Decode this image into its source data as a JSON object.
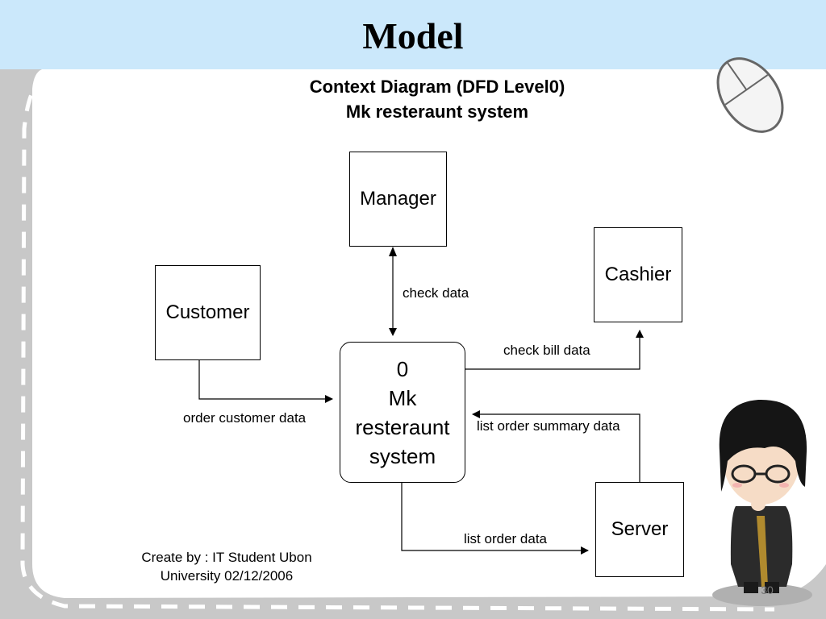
{
  "slide": {
    "title": "Model",
    "page_number": "30"
  },
  "diagram": {
    "title_line1": "Context Diagram (DFD Level0)",
    "title_line2": "Mk resteraunt system",
    "entities": {
      "manager": "Manager",
      "cashier": "Cashier",
      "customer": "Customer",
      "server": "Server"
    },
    "process": {
      "number": "0",
      "line1": "Mk",
      "line2": "resteraunt",
      "line3": "system"
    },
    "flows": {
      "check_data": "check data",
      "check_bill_data": "check bill data",
      "order_customer_data": "order customer data",
      "list_order_summary_data": "list order summary data",
      "list_order_data": "list order data"
    }
  },
  "credit": {
    "line1": "Create by : IT Student Ubon",
    "line2": "University 02/12/2006"
  },
  "colors": {
    "header_bg": "#cbe8fb",
    "frame_bg": "#c8c8c8",
    "panel_bg": "#ffffff",
    "dash_color": "#ffffff"
  },
  "icons": [
    "mouse-icon",
    "student-character-illustration"
  ]
}
